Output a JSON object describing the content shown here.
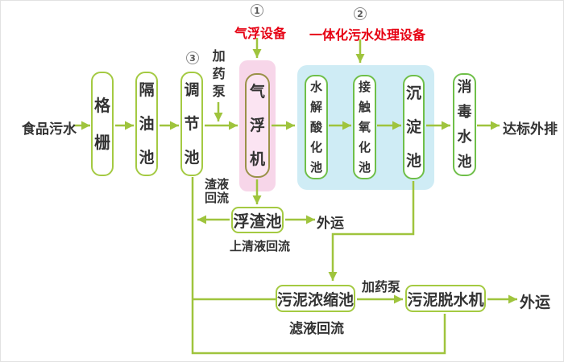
{
  "colors": {
    "line_green": "#9fc43d",
    "border_yellow_green": "#a4ca42",
    "border_green": "#6fbf49",
    "border_olive": "#9a9148",
    "pink_container_bg": "#f7d6e9",
    "air_flotation_fill": "#fbe4f2",
    "blue_container_bg": "#cfecf5",
    "red_annotation": "#e60012",
    "text": "#333333"
  },
  "nodes": {
    "input": "食品污水",
    "grid": "格栅",
    "oil_separator": "隔油池",
    "regulating_tank": "调节池",
    "air_flotation_machine": "气浮机",
    "hydrolysis_acidification_tank": "水解酸化池",
    "contact_oxidation_tank": "接触氧化池",
    "sedimentation_tank": "沉淀池",
    "disinfection_tank": "消毒水池",
    "discharge": "达标外排",
    "scum_tank": "浮渣池",
    "scum_outbound": "外运",
    "sludge_thickening_tank": "污泥浓缩池",
    "sludge_dewatering_machine": "污泥脱水机",
    "sludge_outbound": "外运"
  },
  "flow_labels": {
    "dosing_pump_top": "加药泵",
    "dosing_pump_bottom": "加药泵",
    "slag_liquid_reflux": "渣液回流",
    "supernatant_reflux": "上清液回流",
    "filtrate_reflux": "滤液回流"
  },
  "annotations": {
    "marker_1": "1",
    "marker_1_label": "气浮设备",
    "marker_2": "2",
    "marker_2_label": "一体化污水处理设备",
    "marker_3": "3"
  }
}
